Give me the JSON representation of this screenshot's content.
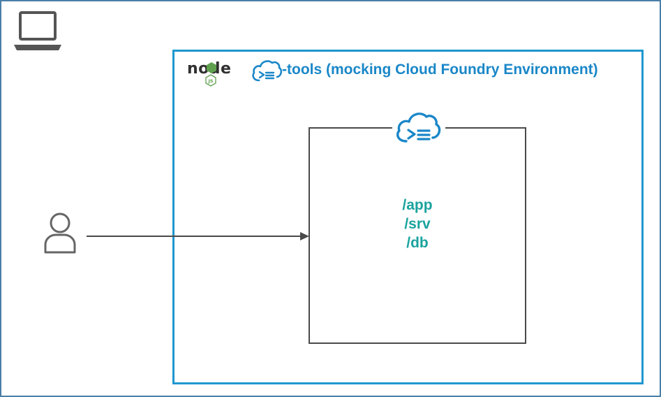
{
  "header": {
    "node_logo_text": "node",
    "node_logo_badge": "JS",
    "env_title": "-tools (mocking Cloud Foundry Environment)"
  },
  "service": {
    "paths": [
      "/app",
      "/srv",
      "/db"
    ]
  },
  "icons": {
    "laptop": "laptop-icon",
    "user": "user-icon",
    "cloud_cli": "cloud-cli-icon"
  },
  "colors": {
    "frame_border": "#4a7fa8",
    "env_border": "#1f97cf",
    "title_text": "#1a87c8",
    "path_text": "#1aa39e",
    "service_border": "#4a4a4a",
    "icon_gray": "#555555",
    "node_green": "#5fa04e"
  }
}
